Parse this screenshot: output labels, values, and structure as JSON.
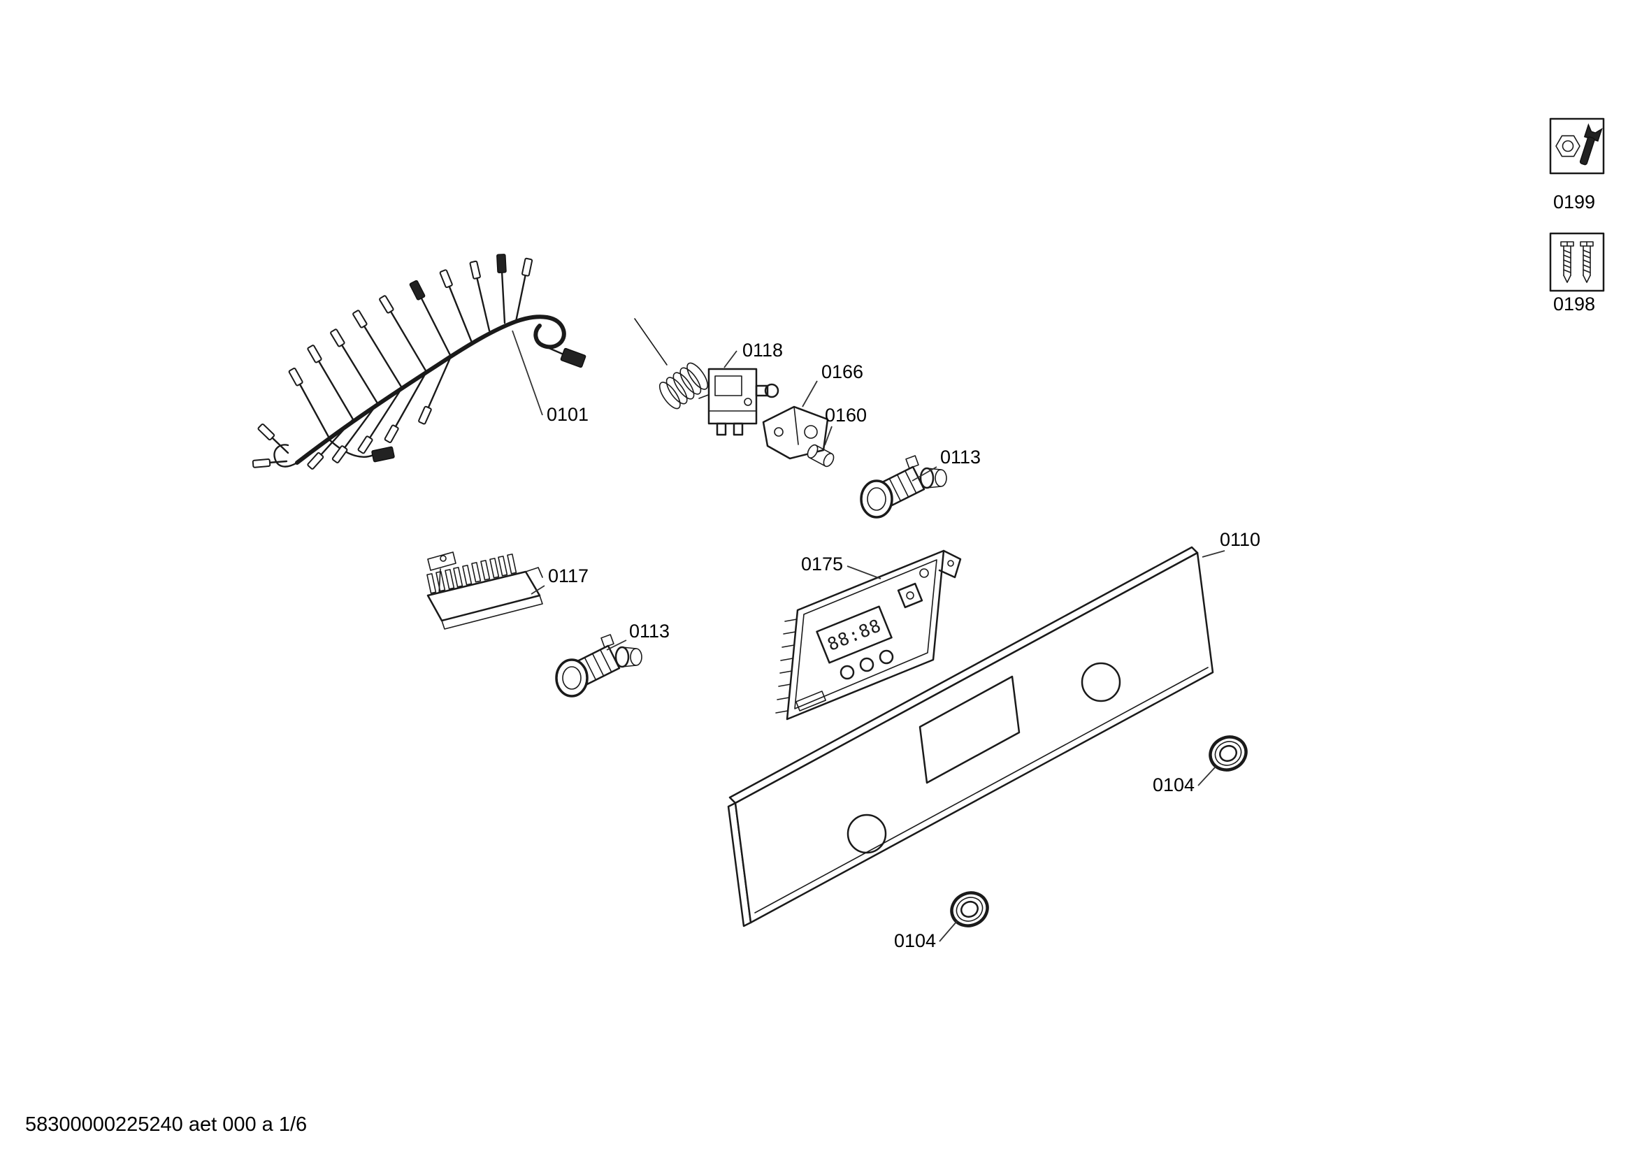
{
  "page": {
    "doc_code": "58300000225240 aet 000 a 1/6"
  },
  "colors": {
    "line": "#1a1a1a",
    "background": "#ffffff"
  },
  "callouts": {
    "harness": "0101",
    "thermostat": "0118",
    "bracket": "0166",
    "sleeve": "0160",
    "lamp_socket_top": "0113",
    "lamp_socket_bottom": "0113",
    "terminal_block": "0117",
    "control_module": "0175",
    "control_panel": "0110",
    "knob_ring_right": "0104",
    "knob_ring_bottom": "0104"
  },
  "legend": {
    "wrench": {
      "label": "0199",
      "icon": "wrench-icon"
    },
    "screws": {
      "label": "0198",
      "icon": "screws-icon"
    }
  },
  "control_module": {
    "display_text": "88:88"
  }
}
